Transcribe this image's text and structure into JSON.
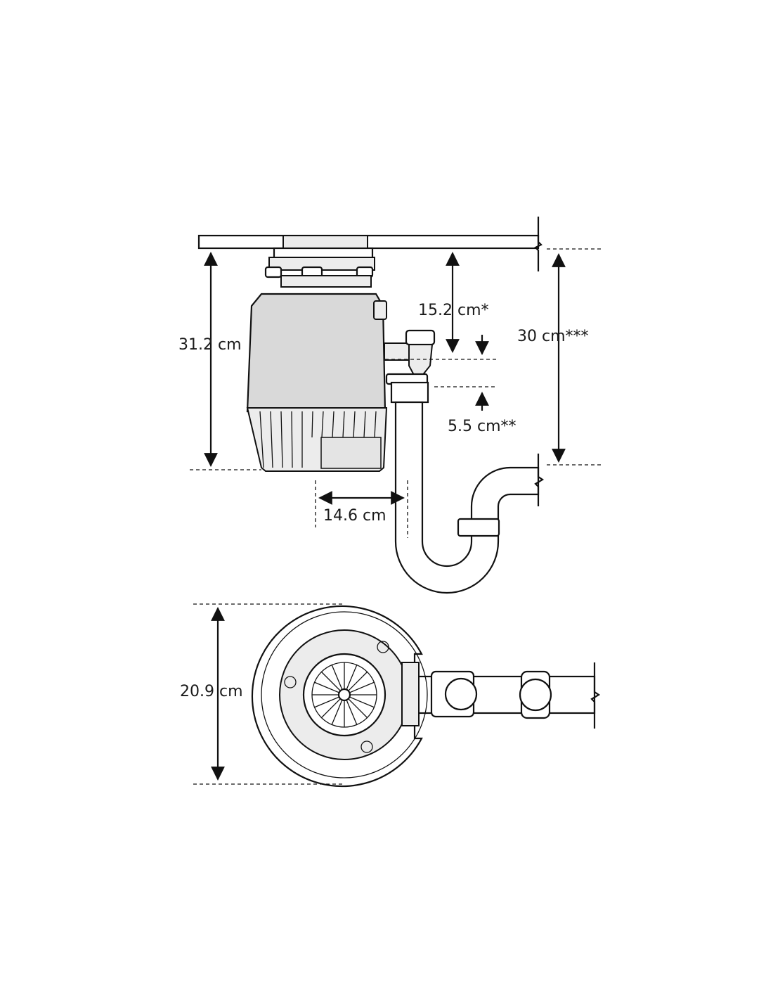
{
  "dimensions": {
    "disposer_height": "31.2 cm",
    "inlet_to_outlet": "15.2 cm*",
    "overall_drop": "30 cm***",
    "outlet_offset": "5.5 cm**",
    "outlet_horizontal": "14.6 cm",
    "diameter": "20.9 cm"
  },
  "colors": {
    "line": "#111111",
    "body_fill": "#d9d9d9",
    "background": "#ffffff"
  }
}
